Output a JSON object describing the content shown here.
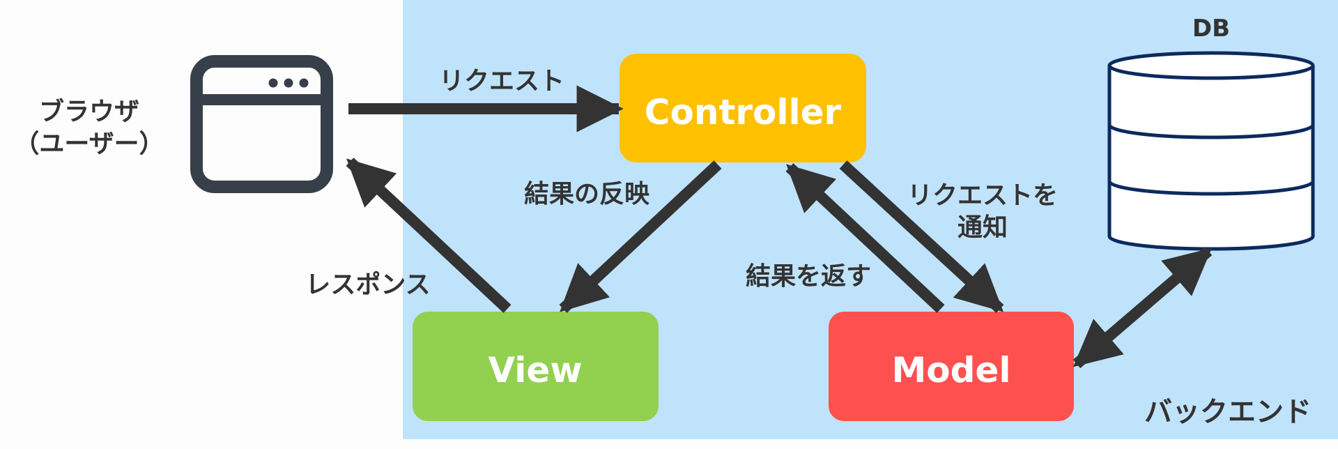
{
  "browser": {
    "label_line1": "ブラウザ",
    "label_line2": "（ユーザー）",
    "icon": "browser-window-icon"
  },
  "backend": {
    "label": "バックエンド",
    "color": "#c0e3fc"
  },
  "controller": {
    "label": "Controller",
    "color": "#ffc000"
  },
  "view": {
    "label": "View",
    "color": "#92d050"
  },
  "model": {
    "label": "Model",
    "color": "#ff5050"
  },
  "db": {
    "label": "DB",
    "icon": "database-cylinder-icon"
  },
  "arrows": {
    "request": "リクエスト",
    "response": "レスポンス",
    "reflect_result": "結果の反映",
    "notify_request_line1": "リクエストを",
    "notify_request_line2": "通知",
    "return_result": "結果を返す"
  }
}
